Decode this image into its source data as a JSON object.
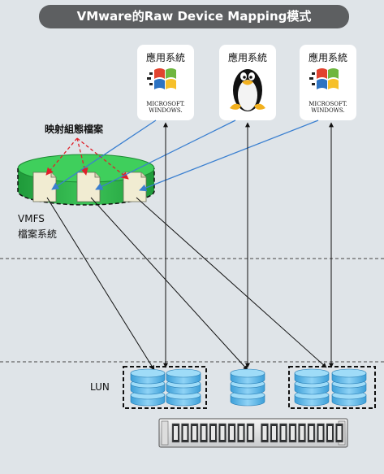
{
  "title": "VMware的Raw Device Mapping模式",
  "os_label": "應用系統",
  "hosts": [
    {
      "os_icon": "windows-logo-icon",
      "logo_line1": "MICROSOFT.",
      "logo_line2": "WINDOWS."
    },
    {
      "os_icon": "linux-tux-icon"
    },
    {
      "os_icon": "windows-logo-icon",
      "logo_line1": "MICROSOFT.",
      "logo_line2": "WINDOWS."
    }
  ],
  "mapping_file_label": "映射組態檔案",
  "vmfs_label_line1": "VMFS",
  "vmfs_label_line2": "檔案系統",
  "lun_label": "LUN",
  "colors": {
    "background": "#dfe4e8",
    "title_bar": "#5d5f61",
    "cylinder_green": "#2fb24a",
    "disk_blue": "#59b8ea",
    "arrow_blue": "#3a7fd0",
    "arrow_red": "#e0202a"
  }
}
